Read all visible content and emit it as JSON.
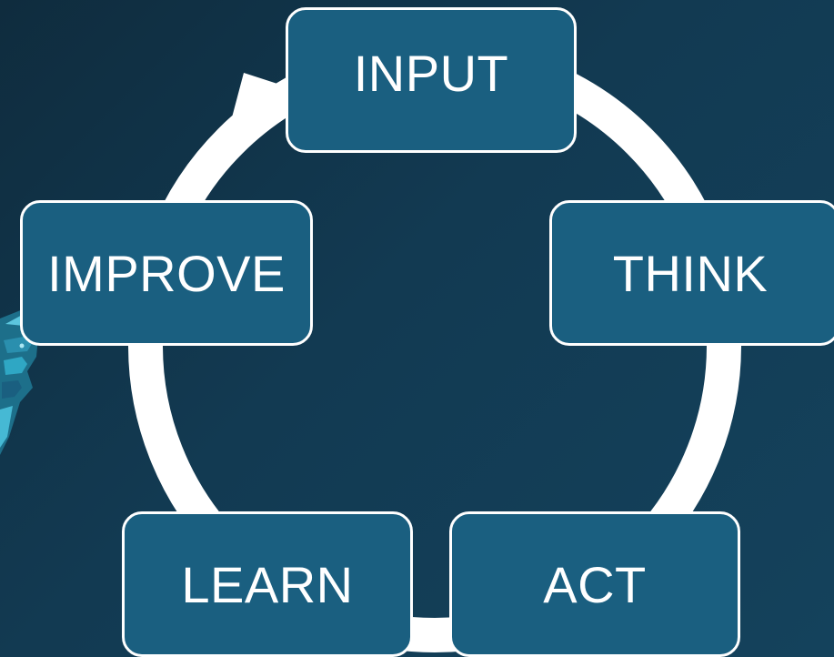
{
  "diagram": {
    "stages": [
      {
        "label": "INPUT"
      },
      {
        "label": "THINK"
      },
      {
        "label": "ACT"
      },
      {
        "label": "LEARN"
      },
      {
        "label": "IMPROVE"
      }
    ]
  },
  "colors": {
    "background_dark": "#0f2c3e",
    "background_light": "#14425c",
    "box_fill": "#1a5f80",
    "box_border": "#ffffff",
    "arrow": "#ffffff",
    "robot_hand": "#2fa7c4"
  },
  "icons": {
    "robot_hand": "robot-hand-pointing-icon",
    "cycle_arrow": "circular-arrow-icon"
  }
}
